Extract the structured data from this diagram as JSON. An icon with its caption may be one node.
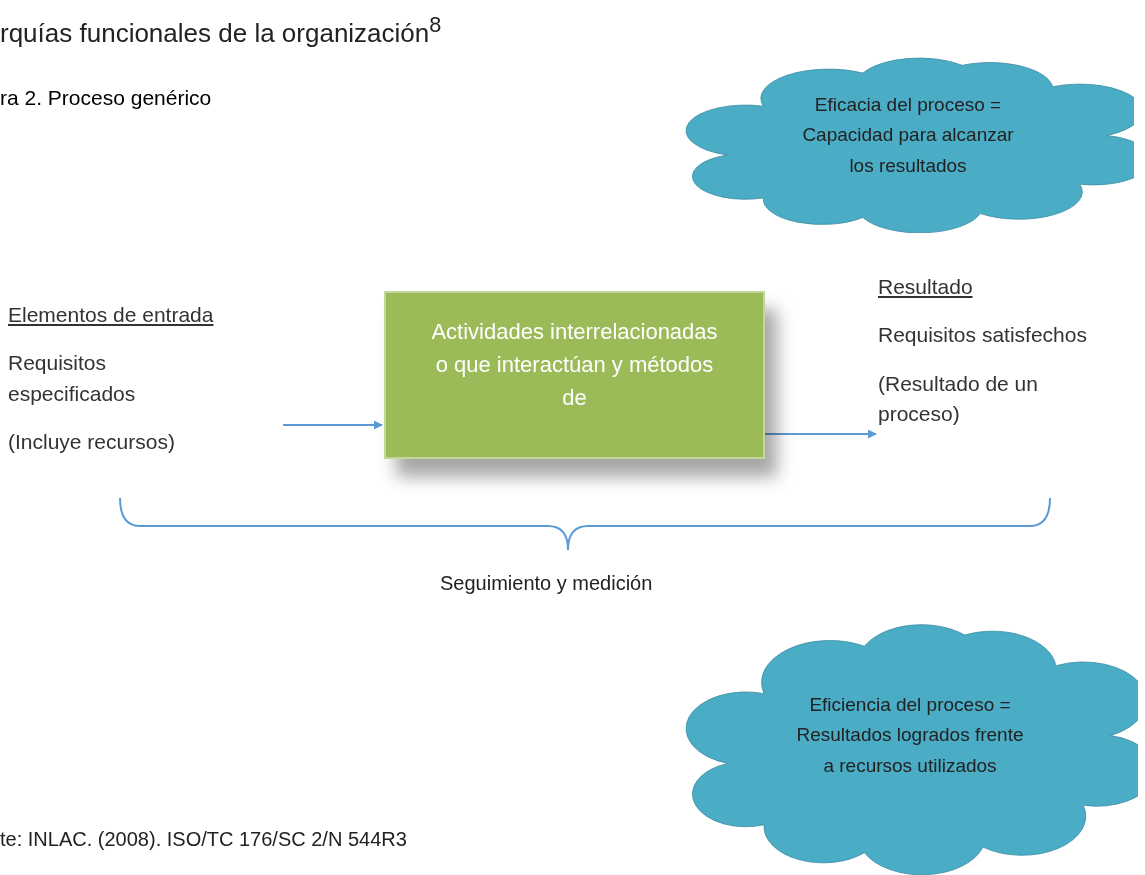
{
  "diagram": {
    "nodes": [
      {
        "text": [
          "Elementos de entrada",
          "Requisitos especificados",
          "(Incluye recursos)"
        ]
      },
      {
        "text": [
          "Actividades interrelacionadas o que interactúan y métodos de"
        ]
      },
      {
        "text": [
          "Resultado",
          "Requisitos satisfechos",
          "(Resultado de un proceso)"
        ]
      },
      {
        "text": [
          "Eficacia del proceso = Capacidad para alcanzar los resultados"
        ]
      },
      {
        "text": [
          "Eficiencia del proceso = Resultados logrados frente a recursos utilizados"
        ]
      }
    ],
    "edges": [
      {
        "from": 0,
        "to": 1,
        "arrow": "to"
      },
      {
        "from": 1,
        "to": 2,
        "arrow": "to"
      }
    ],
    "labels": [
      "rquías funcionales de la organización$^{8}$",
      "ra 2. Proceso genérico",
      "Seguimiento y medición",
      "te: INLAC. (2008). ISO/TC 176/SC 2/N 544R3"
    ]
  }
}
